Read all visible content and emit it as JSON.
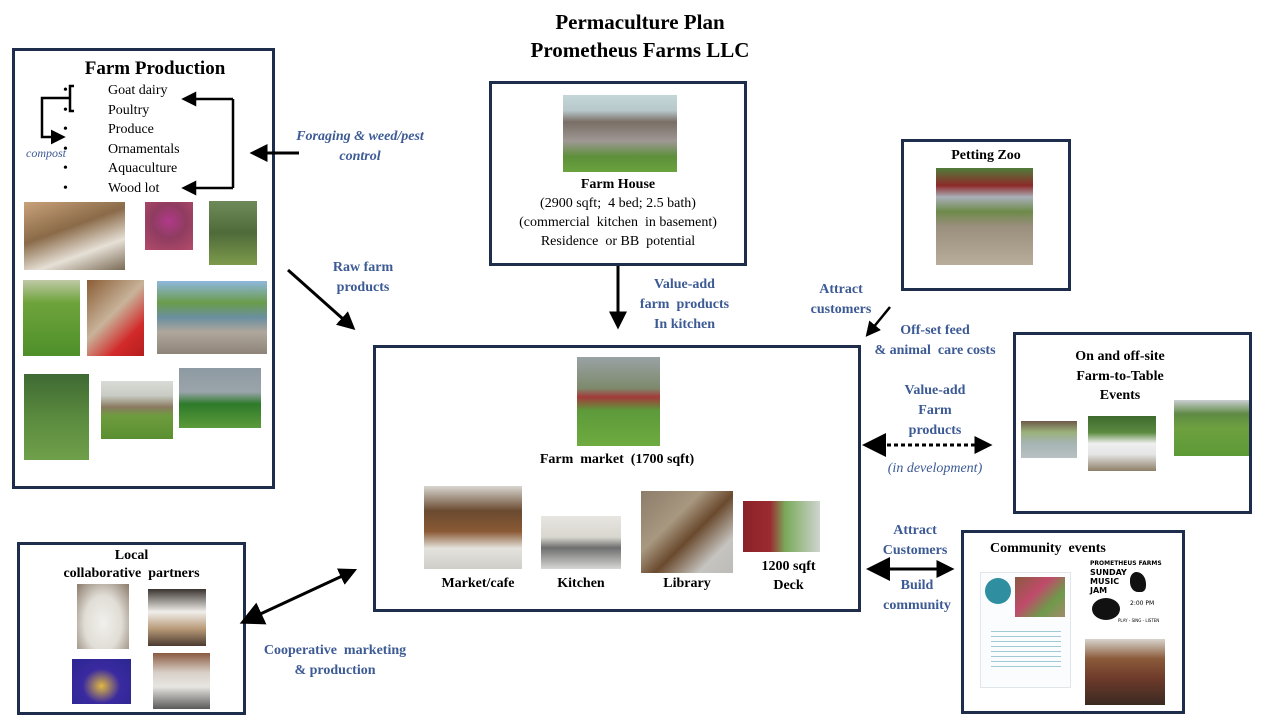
{
  "title": {
    "line1": "Permaculture Plan",
    "line2": "Prometheus Farms LLC"
  },
  "farm_production": {
    "heading": "Farm Production",
    "items": [
      "Goat dairy",
      "Poultry",
      "Produce",
      "Ornamentals",
      "Aquaculture",
      "Wood lot"
    ],
    "compost_label": "compost",
    "photos": [
      "barn-interior-photo",
      "hanging-flower-basket-photo",
      "woodland-pigs-photo",
      "grazing-goat-photo",
      "market-produce-photo",
      "rock-pond-photo",
      "goats-on-hillside-photo",
      "wood-pile-field-photo",
      "tractor-photo"
    ]
  },
  "farm_house": {
    "heading": "Farm House",
    "line1": "(2900 sqft;  4 bed; 2.5 bath)",
    "line2": "(commercial  kitchen  in basement)",
    "line3": "Residence  or BB  potential"
  },
  "petting_zoo": {
    "heading": "Petting Zoo"
  },
  "farm_market": {
    "heading": "Farm  market  (1700 sqft)",
    "spaces": [
      {
        "label": "Market/cafe"
      },
      {
        "label": "Kitchen"
      },
      {
        "label": "Library"
      },
      {
        "label": "1200 sqft\nDeck"
      }
    ]
  },
  "farm_to_table": {
    "heading_line1": "On and off-site",
    "heading_line2": "Farm-to-Table",
    "heading_line3": "Events"
  },
  "community_events": {
    "heading": "Community  events",
    "poster_text": [
      "PROMETHEUS FARMS",
      "SUNDAY",
      "MUSIC",
      "JAM",
      "2:00 PM",
      "PLAY - SING - LISTEN"
    ]
  },
  "local_partners": {
    "heading_line1": "Local",
    "heading_line2": "collaborative  partners"
  },
  "connections": {
    "foraging": {
      "line1": "Foraging & weed/pest",
      "line2": "control"
    },
    "raw_products": {
      "line1": "Raw farm",
      "line2": "products"
    },
    "value_add_kitchen": {
      "line1": "Value-add",
      "line2": "farm  products",
      "line3": "In kitchen"
    },
    "attract_customers_zoo": {
      "line1": "Attract",
      "line2": "customers"
    },
    "offset_costs": {
      "line1": "Off-set feed",
      "line2": "& animal  care costs"
    },
    "value_add_events": {
      "line1": "Value-add",
      "line2": "Farm",
      "line3": "products",
      "note": "(in development)"
    },
    "attract_build": {
      "line1": "Attract",
      "line2": "Customers",
      "line3": "Build",
      "line4": "community"
    },
    "cooperative": {
      "line1": "Cooperative  marketing",
      "line2": "& production"
    }
  },
  "colors": {
    "box_border": "#1f2d4d",
    "label_blue": "#3c5a94"
  }
}
